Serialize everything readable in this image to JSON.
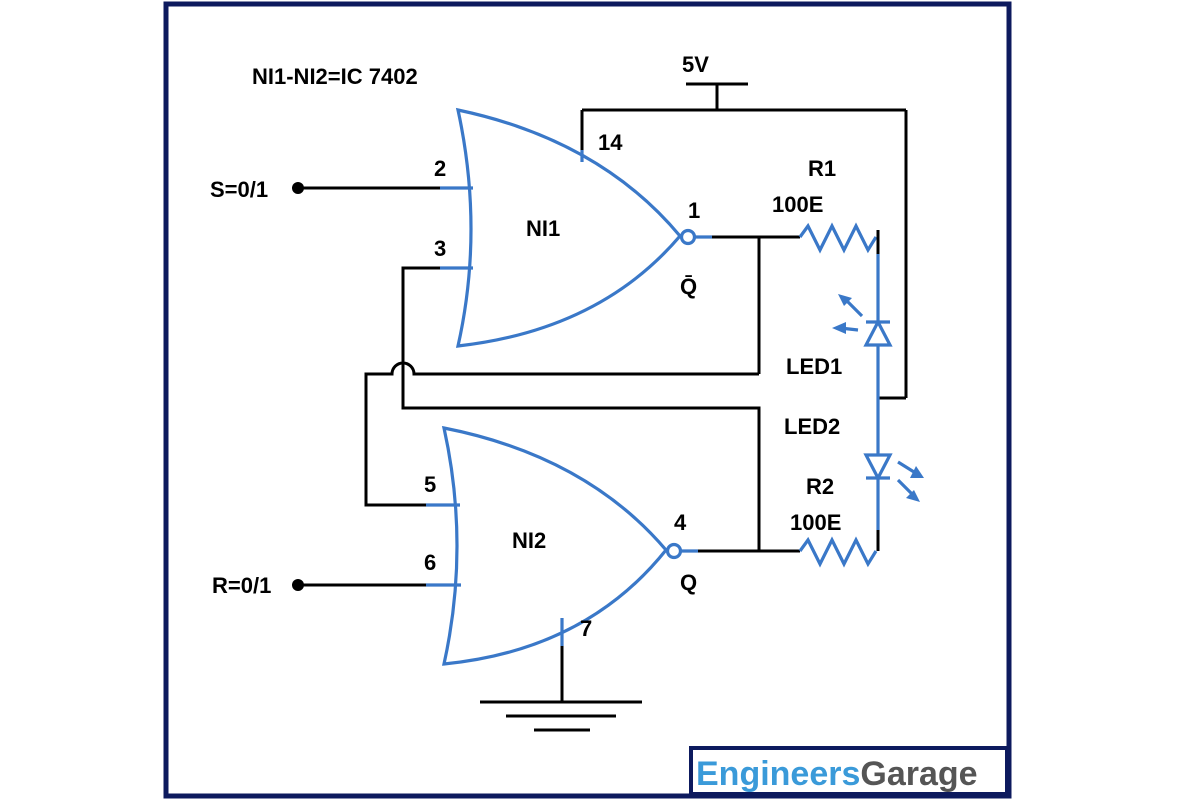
{
  "title": "NI1-NI2=IC 7402",
  "supply": "5V",
  "inputs": {
    "set": "S=0/1",
    "reset": "R=0/1"
  },
  "gates": [
    {
      "name": "NI1",
      "pins": [
        "2",
        "3",
        "1",
        "14"
      ],
      "output": "Q̄"
    },
    {
      "name": "NI2",
      "pins": [
        "5",
        "6",
        "4",
        "7"
      ],
      "output": "Q"
    }
  ],
  "resistors": [
    {
      "name": "R1",
      "value": "100E"
    },
    {
      "name": "R2",
      "value": "100E"
    }
  ],
  "leds": [
    "LED1",
    "LED2"
  ],
  "logo": {
    "part1": "Engineers",
    "part2": "Garage",
    "color1": "#3a9ad9",
    "color2": "#555555"
  },
  "colors": {
    "frame": "#0d1a5e",
    "gate": "#3a78c8",
    "wire": "#000000"
  }
}
